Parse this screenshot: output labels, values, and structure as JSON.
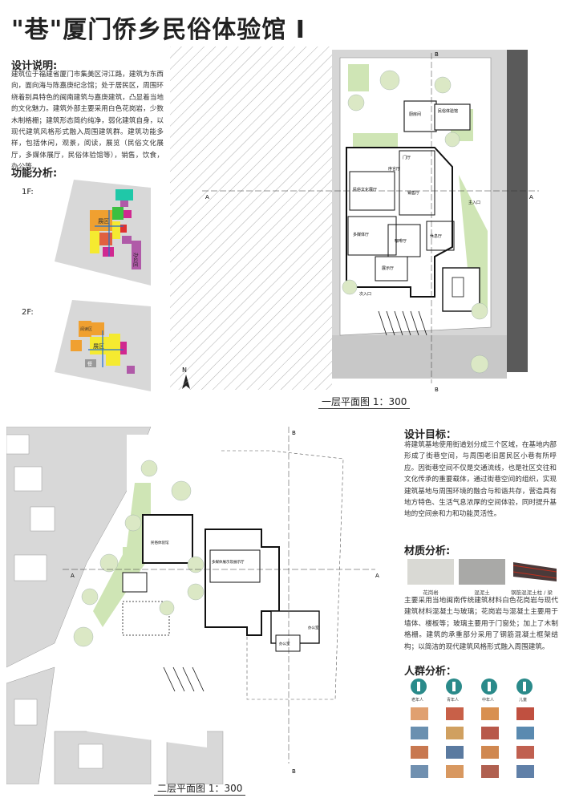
{
  "title": "\"巷\"厦门侨乡民俗体验馆 I",
  "design_notes": {
    "heading": "设计说明:",
    "text": "建筑位于福建省厦门市集美区浔江路，建筑为东西向，面向海与陈嘉庚纪念馆；处于居民区，周围环绕着别具特色的闽南建筑与嘉庚建筑，凸显着当地的文化魅力。建筑外部主要采用白色花岗岩，少数木制格栅；建筑形态简约纯净，弱化建筑自身，以现代建筑风格形式融入周围建筑群。建筑功能多样，包括休闲，观景，阅读，展览（民俗文化展厅，多媒体展厅，民俗体验馆等），销售，饮食，办公等。"
  },
  "function_analysis": {
    "heading": "功能分析:",
    "floor1": "1F:",
    "floor2": "2F:",
    "zone_exhibit": "展区",
    "zone_office": "办公区",
    "zone_2f_a": "阅读区",
    "zone_2f_b": "餐"
  },
  "plan1": {
    "caption": "一层平面图 1：300",
    "rooms": {
      "r1": "民俗体验馆",
      "r2": "厨房间",
      "r3": "序言厅",
      "r4": "民俗文化展厅",
      "r5": "销售厅",
      "r6": "门厅",
      "r7": "多媒体厅",
      "r8": "咖啡厅",
      "r9": "展示厅",
      "r10": "休息厅"
    },
    "entrance_main": "主入口",
    "entrance_sub": "次入口",
    "sec_a": "A",
    "sec_b": "B"
  },
  "plan2": {
    "caption": "二层平面图 1：300",
    "rooms": {
      "r1": "民俗体验馆",
      "r2": "多媒体展示及展示厅",
      "r3": "办公室",
      "r4": "办公室"
    },
    "sec_a": "A",
    "sec_b": "B"
  },
  "design_goal": {
    "heading": "设计目标：",
    "text": "将建筑基地使用街道划分成三个区域，在基地内部形成了街巷空间，与周围老旧居民区小巷有所呼应。因街巷空间不仅是交通流线，也是社区交往和文化传承的重要载体，通过街巷空间的组织，实现建筑基地与周围环境的融合与和谐共存，营造具有地方特色、生活气息浓厚的空间体验，同时提升基地的空间亲和力和功能灵活性。"
  },
  "materials": {
    "heading": "材质分析:",
    "labels": [
      "花岗岩",
      "混泥土",
      "钢筋混泥土柱 / 梁"
    ],
    "text": "主要采用当地闽南传统建筑材料白色花岗岩与现代建筑材料混凝土与玻璃；花岗岩与混凝土主要用于墙体、楼板等；玻璃主要用于门窗处；加上了木制格栅。建筑的承重部分采用了钢筋混凝土框架结构；以简洁的现代建筑风格形式融入周围建筑。"
  },
  "crowd": {
    "heading": "人群分析：",
    "labels": [
      "老年人",
      "青年人",
      "中年人",
      "儿童"
    ]
  },
  "colors": {
    "gray": "#d6d6d6",
    "green": "#cfe5b5",
    "orange": "#f0a030",
    "magenta": "#d02890",
    "yellow": "#f5ea30",
    "purple": "#b05aa8",
    "teal": "#2a8a8a"
  }
}
